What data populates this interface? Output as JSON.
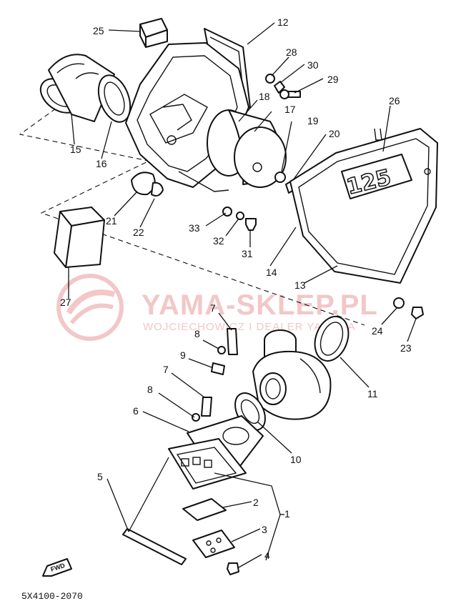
{
  "diagram": {
    "callouts": {
      "c1": "1",
      "c2": "2",
      "c3": "3",
      "c4": "4",
      "c5": "5",
      "c6": "6",
      "c7a": "7",
      "c7b": "7",
      "c8a": "8",
      "c8b": "8",
      "c9": "9",
      "c10": "10",
      "c11": "11",
      "c12": "12",
      "c13": "13",
      "c14": "14",
      "c15": "15",
      "c16": "16",
      "c17": "17",
      "c18": "18",
      "c19": "19",
      "c20": "20",
      "c21": "21",
      "c22": "22",
      "c23": "23",
      "c24": "24",
      "c25": "25",
      "c26": "26",
      "c27": "27",
      "c28": "28",
      "c29": "29",
      "c30": "30",
      "c31": "31",
      "c32": "32",
      "c33": "33"
    },
    "cover_badge": "125",
    "fwd_label": "FWD",
    "diagram_code": "5X4100-2070"
  },
  "watermark": {
    "title": "YAMA-SKLEP.PL",
    "subtitle": "WOJCIECHOWICZ I DEALER YAMAHA"
  },
  "colors": {
    "ink": "#111111",
    "watermark": "#f3c7c7"
  }
}
